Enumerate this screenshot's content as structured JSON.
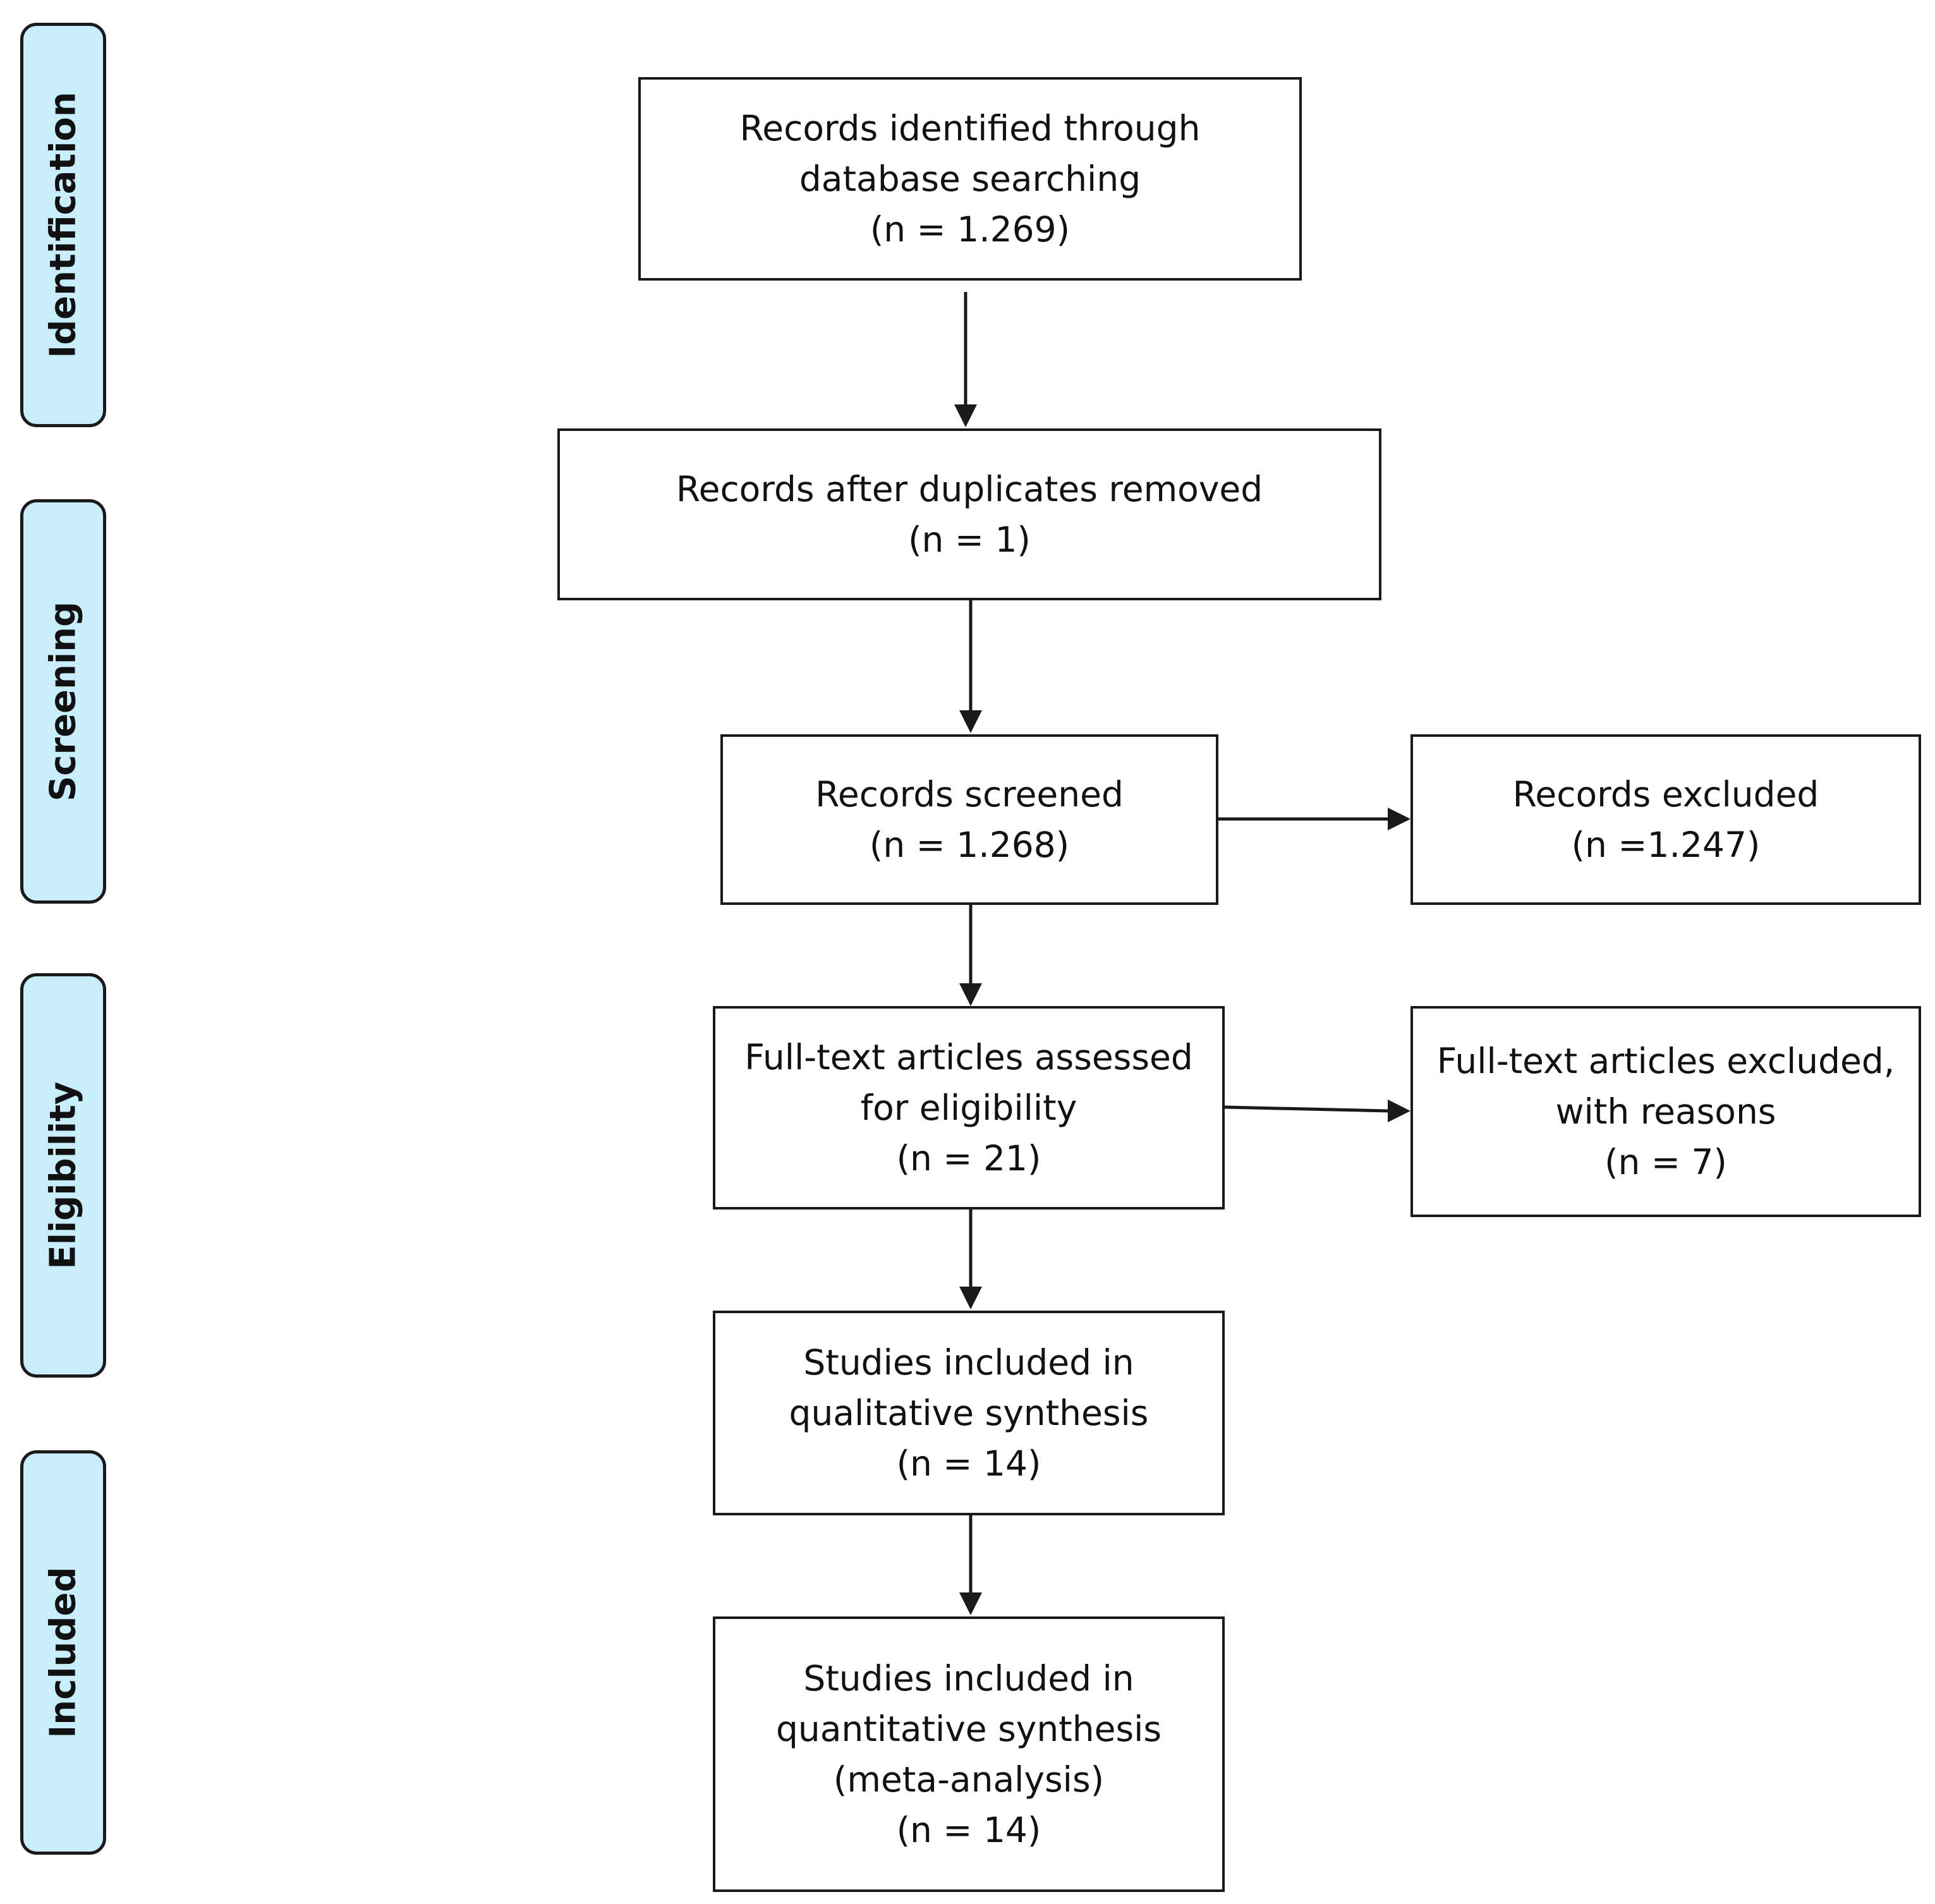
{
  "phases": {
    "identification": "Identification",
    "screening": "Screening",
    "eligibility": "Eligibility",
    "included": "Included"
  },
  "boxes": {
    "records_identified": {
      "line1": "Records identified through",
      "line2": "database searching",
      "count": "(n = 1.269)"
    },
    "duplicates_removed": {
      "line1": "Records after duplicates removed",
      "count": "(n = 1)"
    },
    "records_screened": {
      "line1": "Records screened",
      "count": "(n = 1.268)"
    },
    "records_excluded": {
      "line1": "Records excluded",
      "count": "(n =1.247)"
    },
    "fulltext_assessed": {
      "line1": "Full-text articles assessed",
      "line2": "for eligibility",
      "count": "(n = 21)"
    },
    "fulltext_excluded": {
      "line1": "Full-text articles excluded,",
      "line2": "with reasons",
      "count": "(n = 7)"
    },
    "qualitative": {
      "line1": "Studies included in",
      "line2": "qualitative synthesis",
      "count": "(n = 14)"
    },
    "quantitative": {
      "line1": "Studies included in",
      "line2": "quantitative synthesis",
      "line3": "(meta-analysis)",
      "count": "(n = 14)"
    }
  }
}
